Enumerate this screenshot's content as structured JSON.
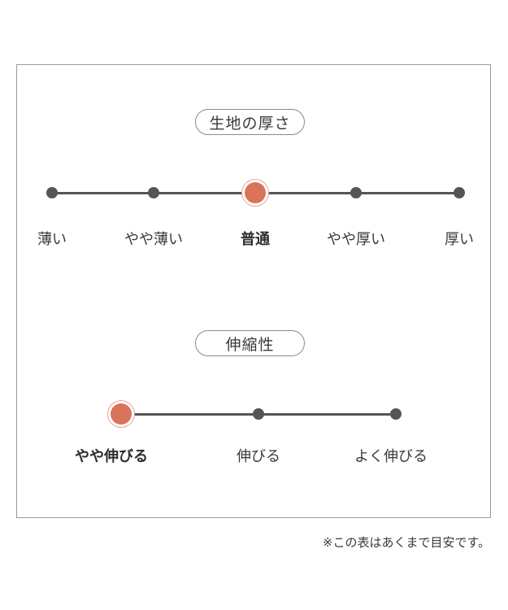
{
  "thickness": {
    "title": "生地の厚さ",
    "options": [
      "薄い",
      "やや薄い",
      "普通",
      "やや厚い",
      "厚い"
    ],
    "selected": "普通"
  },
  "stretch": {
    "title": "伸縮性",
    "options": [
      "やや伸びる",
      "伸びる",
      "よく伸びる"
    ],
    "selected": "やや伸びる"
  },
  "note": "※この表はあくまで目安です。",
  "colors": {
    "selected": "#d9745a",
    "track": "#555555"
  }
}
